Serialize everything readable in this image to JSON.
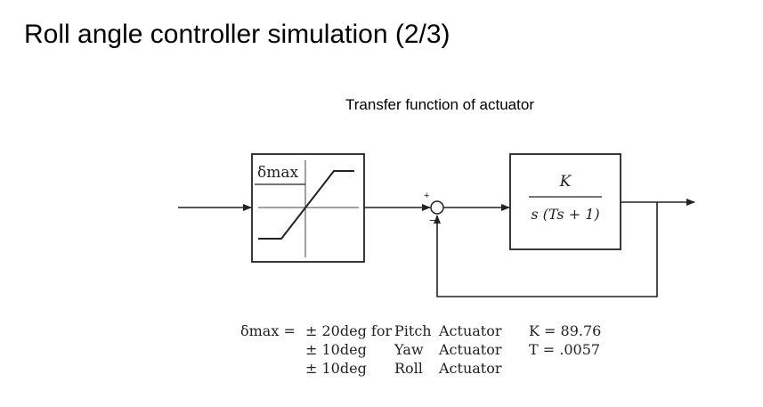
{
  "title": "Roll angle controller simulation (2/3)",
  "subtitle": "Transfer function of actuator",
  "saturation_block": {
    "label": "δmax"
  },
  "summing_junction": {
    "plus": "+",
    "minus": "−"
  },
  "transfer_block": {
    "numerator": "K",
    "denominator": "s (Ts + 1)"
  },
  "limits": {
    "lead": "δmax = ",
    "rows": [
      {
        "value": "± 20deg for",
        "type": "Pitch",
        "word": "Actuator"
      },
      {
        "value": "± 10deg",
        "type": "Yaw",
        "word": "Actuator"
      },
      {
        "value": "± 10deg",
        "type": "Roll",
        "word": "Actuator"
      }
    ]
  },
  "params": [
    {
      "text": "K = 89.76"
    },
    {
      "text": "T = .0057"
    }
  ]
}
